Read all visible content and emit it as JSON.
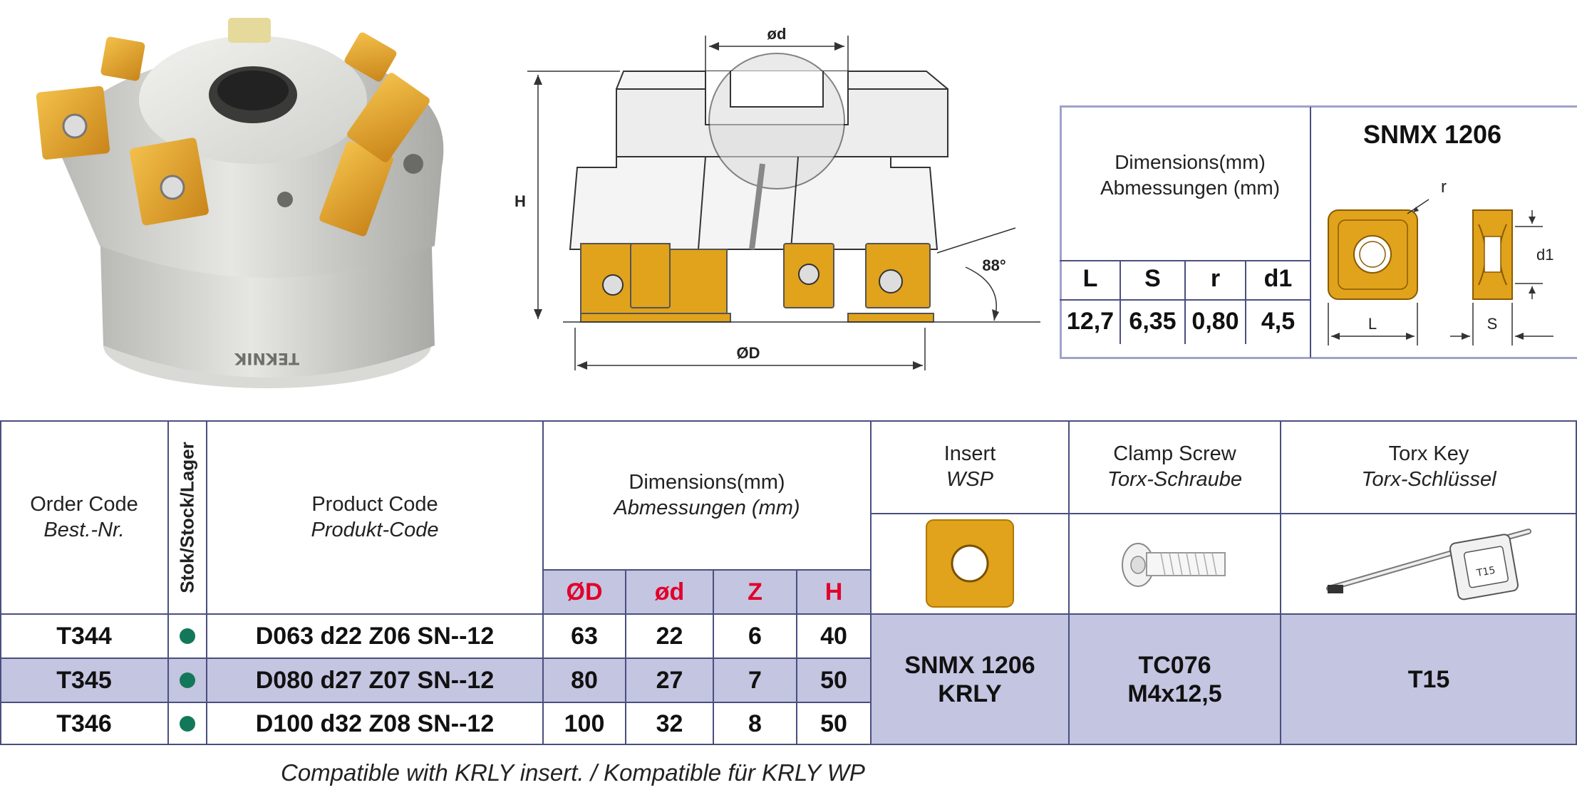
{
  "tool_photo": {
    "brand_marking": "TEKNIK"
  },
  "drawing": {
    "label_bore": "ød",
    "label_height": "H",
    "label_diameter": "ØD",
    "label_angle": "88°"
  },
  "spec": {
    "dimensions_title_en": "Dimensions(mm)",
    "dimensions_title_de": "Abmessungen (mm)",
    "insert_name": "SNMX 1206",
    "headers": [
      "L",
      "S",
      "r",
      "d1"
    ],
    "values": [
      "12,7",
      "6,35",
      "0,80",
      "4,5"
    ],
    "drawing_labels": {
      "r": "r",
      "d1": "d1",
      "L": "L",
      "S": "S"
    }
  },
  "table": {
    "order_code_en": "Order Code",
    "order_code_de": "Best.-Nr.",
    "stock": "Stok/Stock/Lager",
    "product_code_en": "Product Code",
    "product_code_de": "Produkt-Code",
    "dimensions_en": "Dimensions(mm)",
    "dimensions_de": "Abmessungen (mm)",
    "dim_columns": [
      "ØD",
      "ød",
      "Z",
      "H"
    ],
    "insert_en": "Insert",
    "insert_de": "WSP",
    "clamp_en": "Clamp Screw",
    "clamp_de": "Torx-Schraube",
    "torx_en": "Torx Key",
    "torx_de": "Torx-Schlüssel",
    "torx_key_marking": "T15",
    "rows": [
      {
        "order": "T344",
        "product": "D063 d22 Z06 SN--12",
        "D": "63",
        "d": "22",
        "Z": "6",
        "H": "40"
      },
      {
        "order": "T345",
        "product": "D080 d27 Z07 SN--12",
        "D": "80",
        "d": "27",
        "Z": "7",
        "H": "50"
      },
      {
        "order": "T346",
        "product": "D100 d32 Z08 SN--12",
        "D": "100",
        "d": "32",
        "Z": "8",
        "H": "50"
      }
    ],
    "insert_value_line1": "SNMX 1206",
    "insert_value_line2": "KRLY",
    "clamp_value_line1": "TC076",
    "clamp_value_line2": "M4x12,5",
    "torx_value": "T15"
  },
  "footnote": "Compatible with KRLY insert. / Kompatible für KRLY WP",
  "colors": {
    "insert_gold": "#e1a21c",
    "table_shade": "#c3c5e1",
    "red_header": "#e2002a",
    "stock_dot": "#13785a",
    "line": "#4a4f7f"
  }
}
